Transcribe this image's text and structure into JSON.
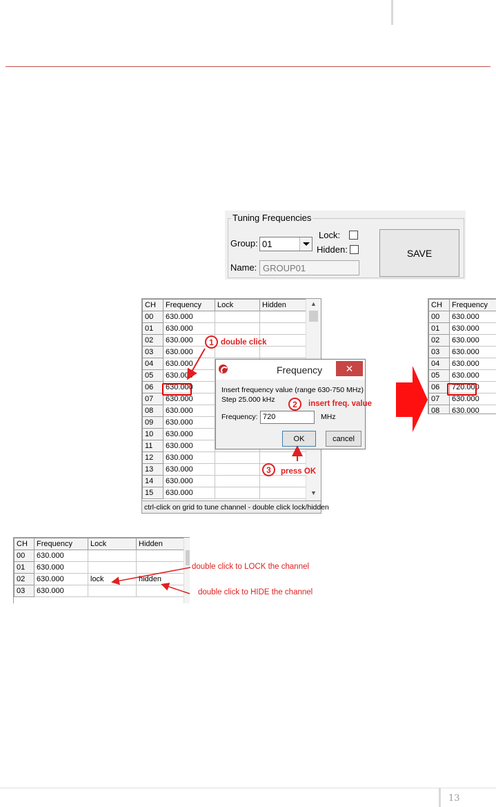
{
  "page": {
    "number": "13"
  },
  "tuning_panel": {
    "legend": "Tuning Frequencies",
    "group_label": "Group:",
    "group_value": "01",
    "lock_label": "Lock:",
    "hidden_label": "Hidden:",
    "name_label": "Name:",
    "name_value": "GROUP01",
    "save_label": "SAVE"
  },
  "grid": {
    "headers": [
      "CH",
      "Frequency",
      "Lock",
      "Hidden"
    ],
    "rows": [
      [
        "00",
        "630.000"
      ],
      [
        "01",
        "630.000"
      ],
      [
        "02",
        "630.000"
      ],
      [
        "03",
        "630.000"
      ],
      [
        "04",
        "630.000"
      ],
      [
        "05",
        "630.000"
      ],
      [
        "06",
        "630.000"
      ],
      [
        "07",
        "630.000"
      ],
      [
        "08",
        "630.000"
      ],
      [
        "09",
        "630.000"
      ],
      [
        "10",
        "630.000"
      ],
      [
        "11",
        "630.000"
      ],
      [
        "12",
        "630.000"
      ],
      [
        "13",
        "630.000"
      ],
      [
        "14",
        "630.000"
      ],
      [
        "15",
        "630.000"
      ]
    ],
    "status": "ctrl-click on grid to tune channel - double click lock/hidden"
  },
  "dialog": {
    "title": "Frequency",
    "close": "✕",
    "line1": "Insert frequency value (range 630-750 MHz)",
    "line2": "Step 25.000 kHz",
    "field_label": "Frequency:",
    "field_value": "720",
    "unit": "MHz",
    "ok": "OK",
    "cancel": "cancel"
  },
  "result_grid": {
    "headers": [
      "CH",
      "Frequency"
    ],
    "rows": [
      [
        "00",
        "630.000"
      ],
      [
        "01",
        "630.000"
      ],
      [
        "02",
        "630.000"
      ],
      [
        "03",
        "630.000"
      ],
      [
        "04",
        "630.000"
      ],
      [
        "05",
        "630.000"
      ],
      [
        "06",
        "720.000"
      ],
      [
        "07",
        "630.000"
      ],
      [
        "08",
        "630.000"
      ]
    ]
  },
  "lock_grid": {
    "headers": [
      "CH",
      "Frequency",
      "Lock",
      "Hidden"
    ],
    "rows": [
      [
        "00",
        "630.000",
        "",
        ""
      ],
      [
        "01",
        "630.000",
        "",
        ""
      ],
      [
        "02",
        "630.000",
        "lock",
        "hidden"
      ],
      [
        "03",
        "630.000",
        "",
        ""
      ]
    ]
  },
  "annotations": {
    "step1_num": "1",
    "step1": "double click",
    "step2_num": "2",
    "step2": "insert freq. value",
    "step3_num": "3",
    "step3": "press OK",
    "lock_note": "double click to LOCK the channel",
    "hide_note": "double click to HIDE the channel"
  },
  "colors": {
    "accent_red": "#e02020",
    "rule_red": "#c0504d"
  }
}
